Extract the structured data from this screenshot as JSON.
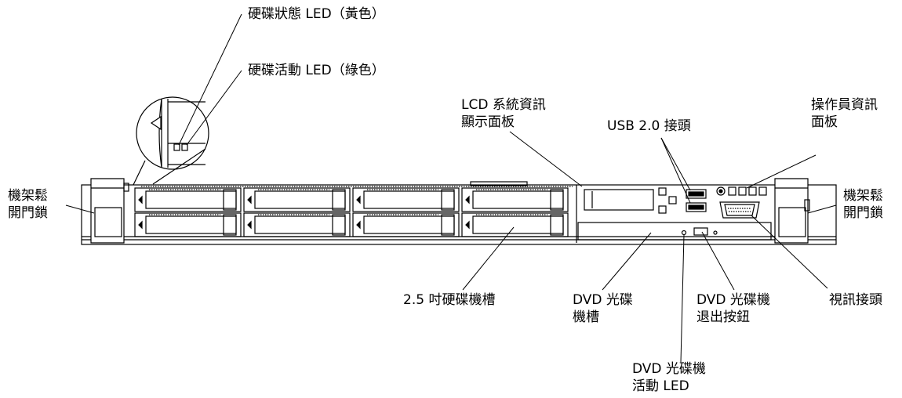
{
  "labels": {
    "hdd_status_led": "硬碟狀態 LED（黃色）",
    "hdd_activity_led": "硬碟活動 LED（綠色）",
    "rack_release_left_1": "機架鬆",
    "rack_release_left_2": "開門鎖",
    "rack_release_right_1": "機架鬆",
    "rack_release_right_2": "開門鎖",
    "lcd_panel_1": "LCD 系統資訊",
    "lcd_panel_2": "顯示面板",
    "usb_connectors": "USB 2.0 接頭",
    "operator_panel_1": "操作員資訊",
    "operator_panel_2": "面板",
    "hdd_bays": "2.5 吋硬碟機槽",
    "dvd_bay_1": "DVD 光碟",
    "dvd_bay_2": "機槽",
    "dvd_eject_1": "DVD 光碟機",
    "dvd_eject_2": "退出按鈕",
    "video_connector": "視訊接頭",
    "dvd_activity_1": "DVD 光碟機",
    "dvd_activity_2": "活動 LED"
  }
}
